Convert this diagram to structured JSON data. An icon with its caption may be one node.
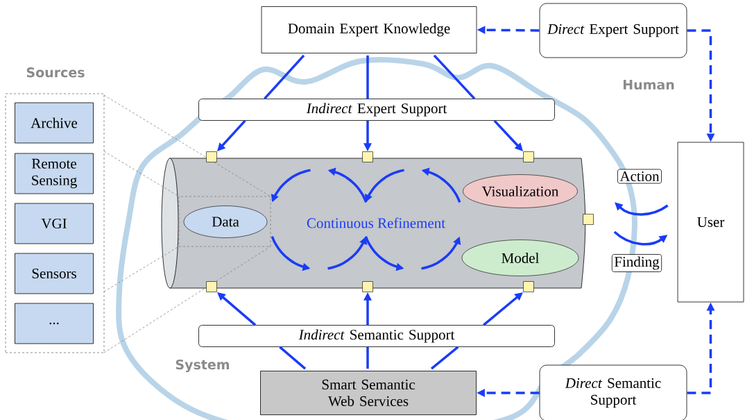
{
  "diagram": {
    "nodes": [
      {
        "text": [
          "Domain Expert Knowledge"
        ]
      },
      {
        "text": [
          "*Direct* Expert Support"
        ]
      },
      {
        "text": [
          "*Indirect* Expert Support"
        ]
      },
      {
        "text": [
          "Continuous Refinement"
        ]
      },
      {
        "text": [
          "Data"
        ],
        "in": 3
      },
      {
        "text": [
          "Visualization"
        ],
        "in": 3
      },
      {
        "text": [
          "Model"
        ],
        "in": 3
      },
      {
        "text": [],
        "shape": "box"
      },
      {
        "text": [],
        "shape": "box"
      },
      {
        "text": [],
        "shape": "box"
      },
      {
        "text": [],
        "shape": "box"
      },
      {
        "text": [],
        "shape": "box"
      },
      {
        "text": [],
        "shape": "box"
      },
      {
        "text": [],
        "shape": "box"
      },
      {
        "text": [
          "User"
        ]
      },
      {
        "text": [
          "*Indirect* Semantic Support"
        ]
      },
      {
        "text": [
          "Smart Semantic Web Services"
        ]
      },
      {
        "text": [
          "*Direct* Semantic Support"
        ]
      },
      {
        "text": [
          "Sources"
        ]
      },
      {
        "text": [
          "Archive"
        ],
        "in": 18
      },
      {
        "text": [
          "Remote Sensing"
        ],
        "in": 18
      },
      {
        "text": [
          "VGI"
        ],
        "in": 18
      },
      {
        "text": [
          "Sensors"
        ],
        "in": 18
      },
      {
        "text": [
          "..."
        ],
        "in": 18
      }
    ],
    "edges": [
      {
        "from": 1,
        "to": 0,
        "arrow": "to",
        "style": "dashed"
      },
      {
        "from": 1,
        "to": 14,
        "arrow": "to",
        "style": "dashed"
      },
      {
        "from": 0,
        "to": 2,
        "arrow": "none"
      },
      {
        "from": 0,
        "to": 2,
        "arrow": "none"
      },
      {
        "from": 0,
        "to": 2,
        "arrow": "none"
      },
      {
        "from": 2,
        "to": 7,
        "arrow": "to"
      },
      {
        "from": 2,
        "to": 8,
        "arrow": "to"
      },
      {
        "from": 2,
        "to": 9,
        "arrow": "to"
      },
      {
        "from": 16,
        "to": 15,
        "arrow": "none"
      },
      {
        "from": 16,
        "to": 15,
        "arrow": "none"
      },
      {
        "from": 16,
        "to": 15,
        "arrow": "none"
      },
      {
        "from": 15,
        "to": 11,
        "arrow": "to"
      },
      {
        "from": 15,
        "to": 12,
        "arrow": "to"
      },
      {
        "from": 15,
        "to": 13,
        "arrow": "to"
      },
      {
        "from": 17,
        "to": 16,
        "arrow": "to",
        "style": "dashed"
      },
      {
        "from": 17,
        "to": 14,
        "arrow": "to",
        "style": "dashed"
      },
      {
        "from": 14,
        "to": 10,
        "arrow": "to",
        "label": "Action"
      },
      {
        "from": 10,
        "to": 14,
        "arrow": "to",
        "label": "Finding"
      }
    ],
    "labels": [
      "Human",
      "System"
    ]
  }
}
